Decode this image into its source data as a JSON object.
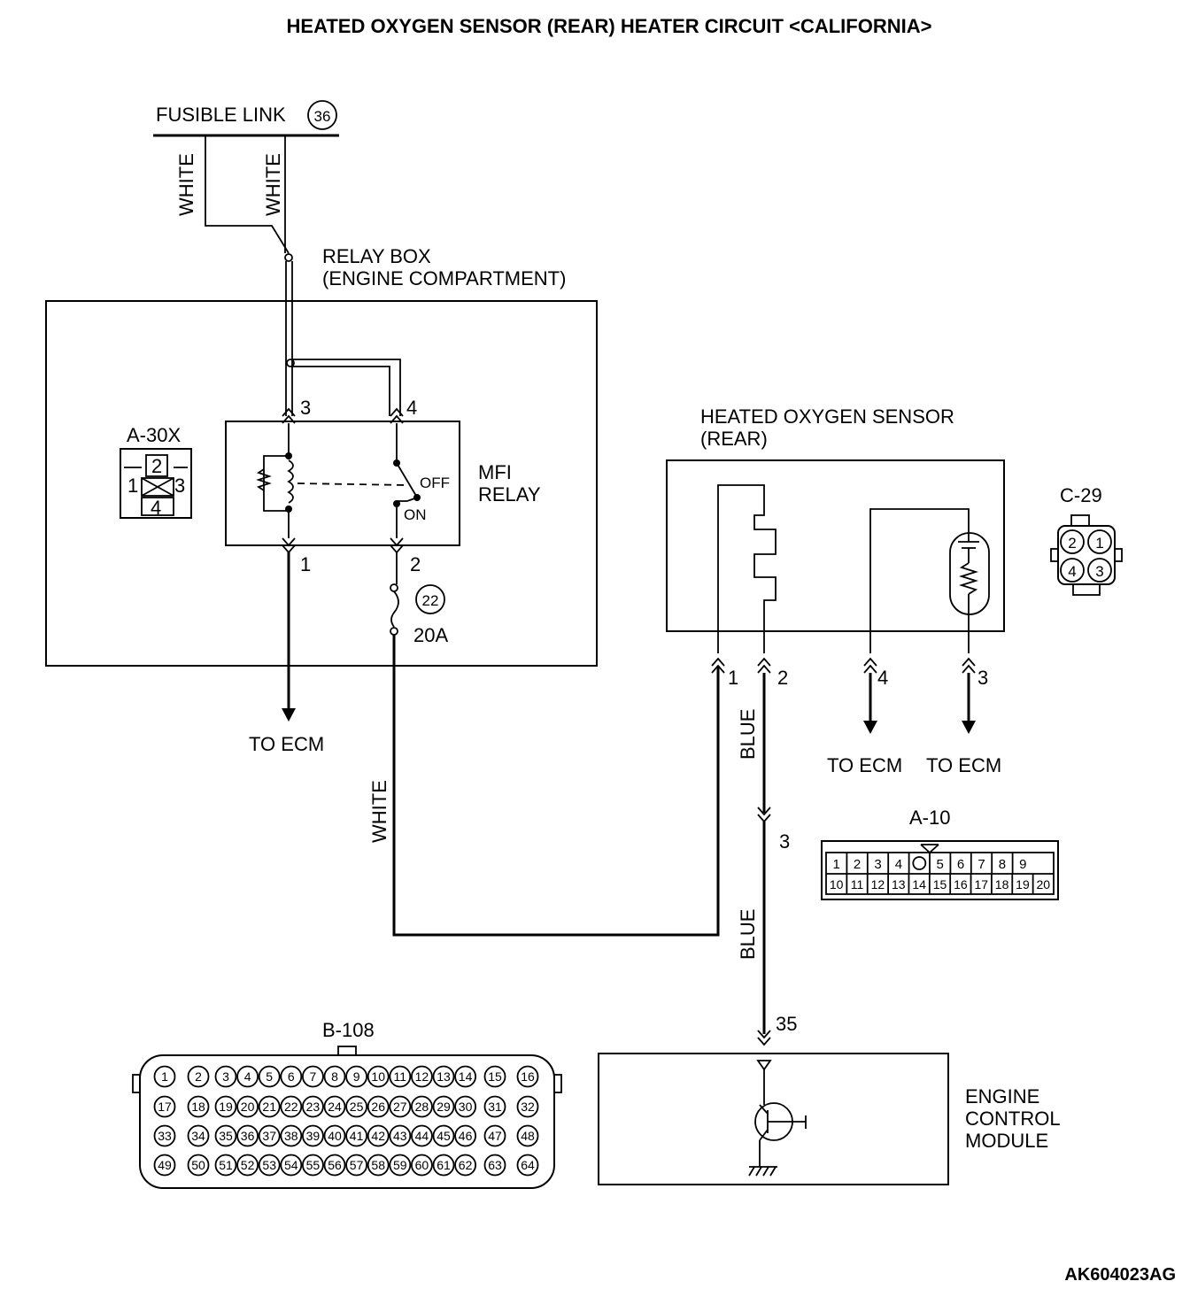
{
  "title": "HEATED OXYGEN SENSOR (REAR) HEATER CIRCUIT <CALIFORNIA>",
  "fusible_link": {
    "label": "FUSIBLE LINK",
    "number": "36"
  },
  "wire_colors": {
    "white": "WHITE",
    "blue": "BLUE"
  },
  "relay_box": {
    "line1": "RELAY BOX",
    "line2": "(ENGINE COMPARTMENT)"
  },
  "connector_a30x": {
    "label": "A-30X",
    "pins": [
      "1",
      "2",
      "3",
      "4"
    ]
  },
  "mfi_relay": {
    "line1": "MFI",
    "line2": "RELAY",
    "off": "OFF",
    "on": "ON",
    "terminals": [
      "3",
      "4",
      "1",
      "2"
    ]
  },
  "fuse": {
    "number": "22",
    "rating": "20A"
  },
  "to_ecm": "TO ECM",
  "sensor": {
    "line1": "HEATED OXYGEN SENSOR",
    "line2": "(REAR)",
    "terminals": [
      "1",
      "2",
      "4",
      "3"
    ]
  },
  "connector_c29": {
    "label": "C-29",
    "pins": [
      "2",
      "1",
      "4",
      "3"
    ]
  },
  "connector_a10": {
    "label": "A-10",
    "pin": "3",
    "row1": [
      "1",
      "2",
      "3",
      "4",
      "O",
      "5",
      "6",
      "7",
      "8",
      "9"
    ],
    "row2": [
      "10",
      "11",
      "12",
      "13",
      "14",
      "15",
      "16",
      "17",
      "18",
      "19",
      "20"
    ]
  },
  "ecm": {
    "line1": "ENGINE",
    "line2": "CONTROL",
    "line3": "MODULE",
    "pin": "35"
  },
  "connector_b108": {
    "label": "B-108",
    "row1": [
      "1",
      "2",
      "3",
      "4",
      "5",
      "6",
      "7",
      "8",
      "9",
      "10",
      "11",
      "12",
      "13",
      "14",
      "15",
      "16"
    ],
    "row2": [
      "17",
      "18",
      "19",
      "20",
      "21",
      "22",
      "23",
      "24",
      "25",
      "26",
      "27",
      "28",
      "29",
      "30",
      "31",
      "32"
    ],
    "row3": [
      "33",
      "34",
      "35",
      "36",
      "37",
      "38",
      "39",
      "40",
      "41",
      "42",
      "43",
      "44",
      "45",
      "46",
      "47",
      "48"
    ],
    "row4": [
      "49",
      "50",
      "51",
      "52",
      "53",
      "54",
      "55",
      "56",
      "57",
      "58",
      "59",
      "60",
      "61",
      "62",
      "63",
      "64"
    ]
  },
  "figure_code": "AK604023AG"
}
